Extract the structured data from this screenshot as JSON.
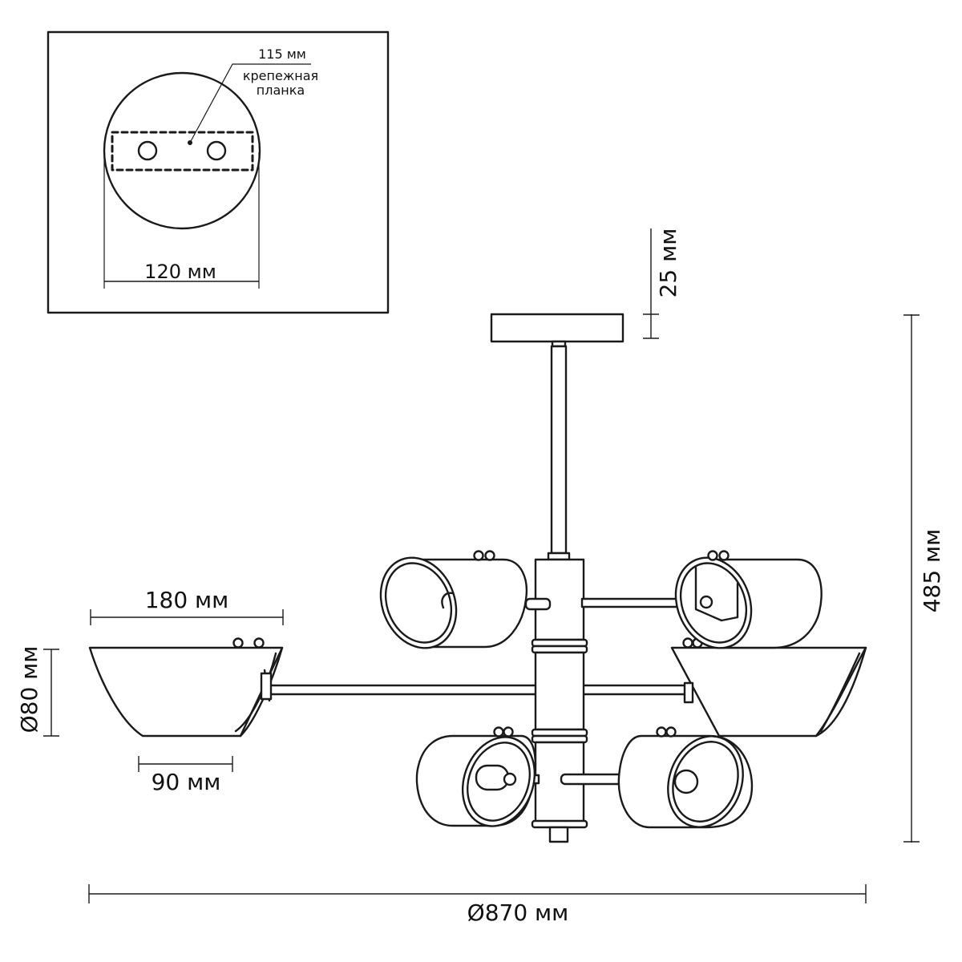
{
  "colors": {
    "line": "#1a1a1a",
    "background": "#ffffff"
  },
  "inset": {
    "label_115": "115 мм",
    "label_plate_line1": "крепежная",
    "label_plate_line2": "планка",
    "label_120": "120 мм"
  },
  "dimensions": {
    "canopy_height": "25 мм",
    "total_height": "485 мм",
    "shade_length": "180 мм",
    "shade_diameter": "Ø80 мм",
    "shade_opening": "90 мм",
    "overall_diameter": "Ø870 мм"
  }
}
